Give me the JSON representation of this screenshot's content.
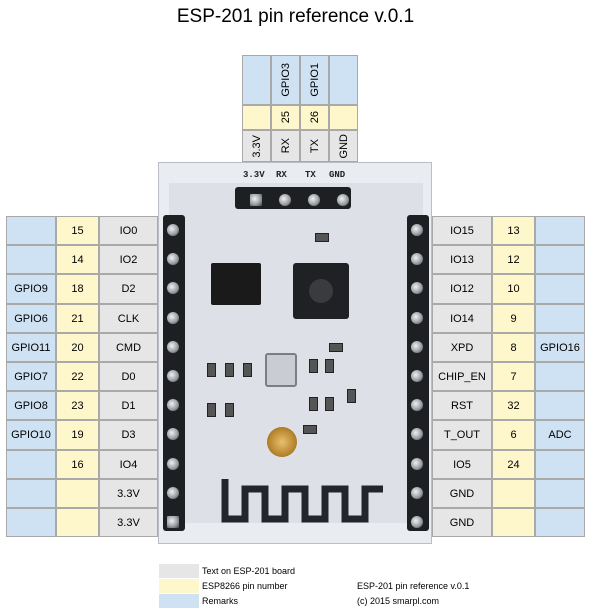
{
  "title": "ESP-201 pin reference v.0.1",
  "top_pins": [
    {
      "remark": "",
      "esp": "",
      "board": "3.3V"
    },
    {
      "remark": "GPIO3",
      "esp": "25",
      "board": "RX"
    },
    {
      "remark": "GPIO1",
      "esp": "26",
      "board": "TX"
    },
    {
      "remark": "",
      "esp": "",
      "board": "GND"
    }
  ],
  "left_pins": [
    {
      "remark": "",
      "esp": "15",
      "board": "IO0"
    },
    {
      "remark": "",
      "esp": "14",
      "board": "IO2"
    },
    {
      "remark": "GPIO9",
      "esp": "18",
      "board": "D2"
    },
    {
      "remark": "GPIO6",
      "esp": "21",
      "board": "CLK"
    },
    {
      "remark": "GPIO11",
      "esp": "20",
      "board": "CMD"
    },
    {
      "remark": "GPIO7",
      "esp": "22",
      "board": "D0"
    },
    {
      "remark": "GPIO8",
      "esp": "23",
      "board": "D1"
    },
    {
      "remark": "GPIO10",
      "esp": "19",
      "board": "D3"
    },
    {
      "remark": "",
      "esp": "16",
      "board": "IO4"
    },
    {
      "remark": "",
      "esp": "",
      "board": "3.3V"
    },
    {
      "remark": "",
      "esp": "",
      "board": "3.3V"
    }
  ],
  "right_pins": [
    {
      "board": "IO15",
      "esp": "13",
      "remark": ""
    },
    {
      "board": "IO13",
      "esp": "12",
      "remark": ""
    },
    {
      "board": "IO12",
      "esp": "10",
      "remark": ""
    },
    {
      "board": "IO14",
      "esp": "9",
      "remark": ""
    },
    {
      "board": "XPD",
      "esp": "8",
      "remark": "GPIO16"
    },
    {
      "board": "CHIP_EN",
      "esp": "7",
      "remark": ""
    },
    {
      "board": "RST",
      "esp": "32",
      "remark": ""
    },
    {
      "board": "T_OUT",
      "esp": "6",
      "remark": "ADC"
    },
    {
      "board": "IO5",
      "esp": "24",
      "remark": ""
    },
    {
      "board": "GND",
      "esp": "",
      "remark": ""
    },
    {
      "board": "GND",
      "esp": "",
      "remark": ""
    }
  ],
  "board_silk": [
    "3.3V",
    "RX",
    "TX",
    "GND"
  ],
  "legend": [
    {
      "label": "Text on ESP-201 board",
      "color": "#e6e6e6"
    },
    {
      "label": "ESP8266 pin number",
      "color": "#fff7cc"
    },
    {
      "label": "Remarks",
      "color": "#cfe2f3"
    }
  ],
  "footer": {
    "line1": "ESP-201 pin reference v.0.1",
    "line2": "(c) 2015 smarpl.com"
  },
  "colors": {
    "remark": "#cfe2f3",
    "esp": "#fff7cc",
    "board": "#e6e6e6"
  }
}
